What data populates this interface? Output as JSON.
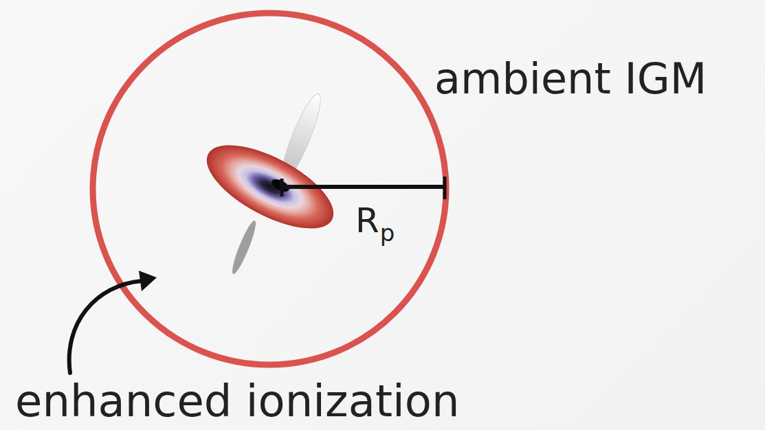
{
  "diagram": {
    "labels": [
      "ambient IGM",
      "R",
      "p",
      "enhanced ionization"
    ]
  }
}
